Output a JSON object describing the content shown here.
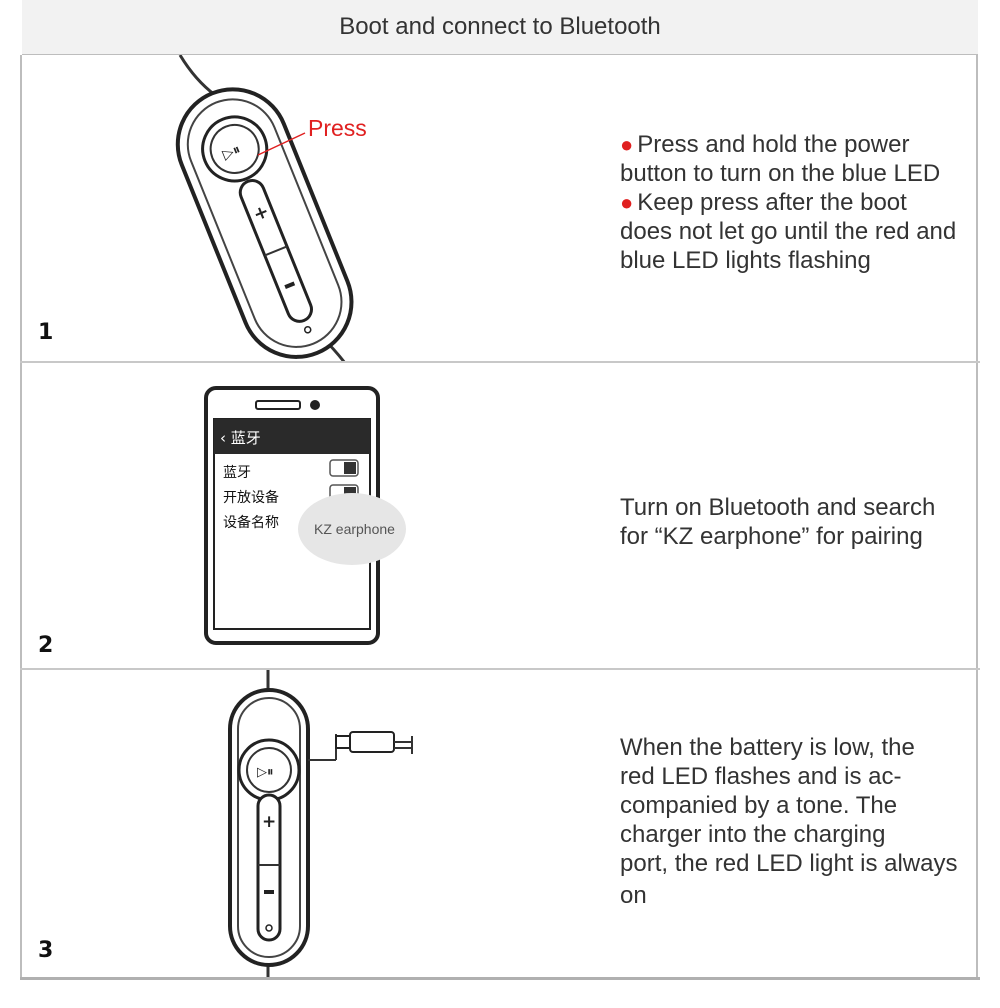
{
  "header": {
    "title": "Boot and connect to Bluetooth"
  },
  "steps": [
    {
      "number": "1",
      "callout": "Press",
      "bullets": [
        "Press and hold the power button to turn on the blue LED",
        "Keep press after the boot does not let go until the red and blue LED lights flashing"
      ],
      "button_icon": "play-pause-icon"
    },
    {
      "number": "2",
      "text": "Turn on Bluetooth and search for “KZ earphone” for pairing",
      "phone": {
        "back_title": "蓝牙",
        "items": [
          "蓝牙",
          "开放设备",
          "设备名称"
        ],
        "device_name": "KZ earphone"
      }
    },
    {
      "number": "3",
      "lines": [
        "When the battery is low, the",
        "red LED flashes and is ac-",
        "companied by a tone. The",
        "charger into the charging",
        "port, the red LED light is always",
        "on"
      ],
      "button_icon": "play-pause-icon"
    }
  ],
  "colors": {
    "accent_red": "#e02020",
    "header_bg": "#f2f2f2",
    "divider": "#c8c8c8"
  }
}
